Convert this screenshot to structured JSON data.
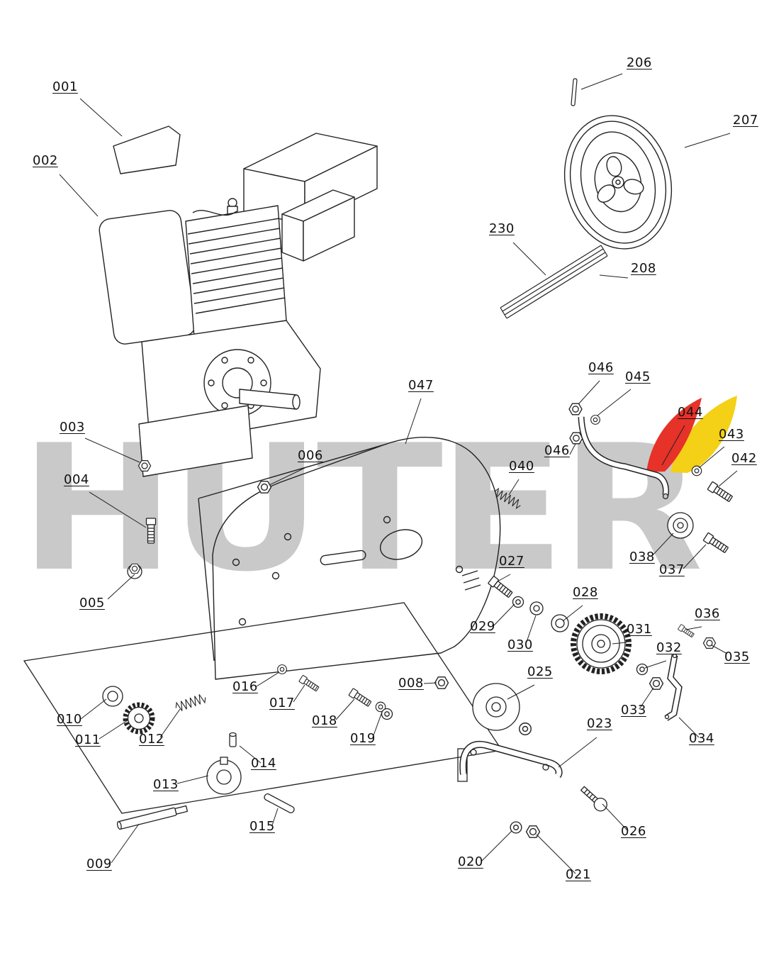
{
  "watermark": {
    "text": "HUTER",
    "color": "#c9c9c9"
  },
  "brand": {
    "red": "#e63228",
    "yellow": "#f4d016"
  },
  "labels": {
    "p001": "001",
    "p002": "002",
    "p003": "003",
    "p004": "004",
    "p005": "005",
    "p006": "006",
    "p008": "008",
    "p009": "009",
    "p010": "010",
    "p011": "011",
    "p012": "012",
    "p013": "013",
    "p014": "014",
    "p015": "015",
    "p016": "016",
    "p017": "017",
    "p018": "018",
    "p019": "019",
    "p020": "020",
    "p021": "021",
    "p023": "023",
    "p025": "025",
    "p026": "026",
    "p027": "027",
    "p028": "028",
    "p029": "029",
    "p030": "030",
    "p031": "031",
    "p032": "032",
    "p033": "033",
    "p034": "034",
    "p035": "035",
    "p036": "036",
    "p037": "037",
    "p038": "038",
    "p040": "040",
    "p042": "042",
    "p043": "043",
    "p044": "044",
    "p045": "045",
    "p046a": "046",
    "p046b": "046",
    "p047": "047",
    "p206": "206",
    "p207": "207",
    "p208": "208",
    "p230": "230"
  }
}
